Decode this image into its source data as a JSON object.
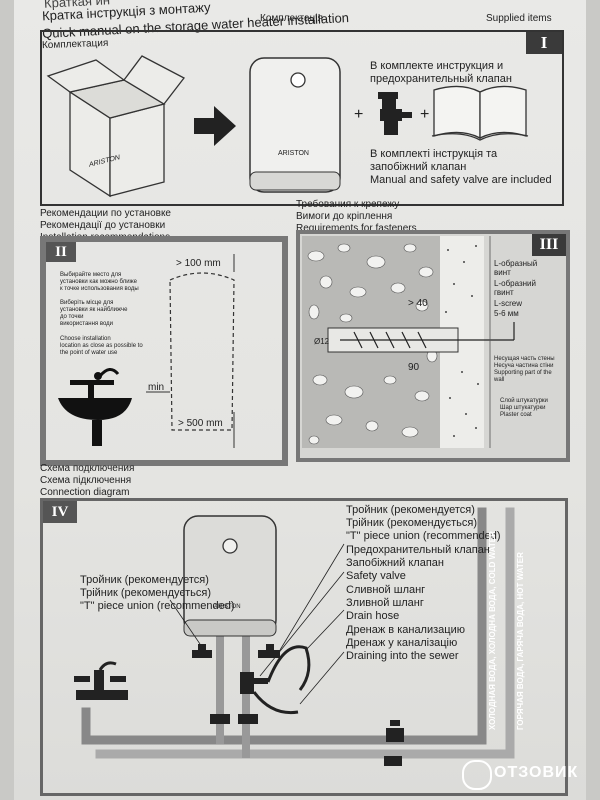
{
  "header": {
    "lines": [
      "Краткая ин",
      "Кратка інструкція з монтажу",
      "Quick manual on the storage water heater installation"
    ],
    "supplied_ru": "Комплектація",
    "supplied_en": "Supplied items",
    "supplied_ua": "Комплектация"
  },
  "section1": {
    "badge": "I",
    "brand": "ARISTON",
    "plus": "+",
    "ru_lines": [
      "В комплекте инструкция и",
      "предохранительный клапан"
    ],
    "ua_lines": [
      "В комплекті інструкція та",
      "запобіжний клапан"
    ],
    "en": "Manual and safety valve are included"
  },
  "section2": {
    "heading": [
      "Рекомендации по установке",
      "Рекомендації до установки",
      "Installation recommendations"
    ],
    "badge": "II",
    "dim_top": "> 100 mm",
    "dim_bottom": "> 500 mm",
    "dim_min": "min",
    "note_ru": [
      "Выбирайте место для",
      "установки как можно ближе",
      "к точке использования воды"
    ],
    "note_ua": [
      "Виберіть місце для",
      "установки як найближче",
      "до точки",
      "використання води"
    ],
    "note_en": [
      "Choose installation",
      "location as close as possible to",
      "the point of water use"
    ]
  },
  "section3": {
    "heading": [
      "Требования к крепежу",
      "Вимоги до кріплення",
      "Requirements for fasteners"
    ],
    "badge": "III",
    "screw": [
      "L-образный",
      "винт",
      "L-образний",
      "гвинт",
      "L-screw"
    ],
    "gap": "5-6 мм",
    "dim40": "> 40",
    "dim12": "Ø12",
    "dim90": "90",
    "wall": [
      "Несущая часть стены",
      "Несуча частина стіни",
      "Supporting part of the",
      "wall"
    ],
    "plaster": [
      "Слой штукатурки",
      "Шар штукатурки",
      "Plaster coat"
    ]
  },
  "section4": {
    "heading": [
      "Схема подключения",
      "Схема підключення",
      "Connection diagram"
    ],
    "badge": "IV",
    "brand": "ARISTON",
    "tee_right": [
      "Тройник (рекомендуется)",
      "Трійник (рекомендується)",
      "\"T\" piece union (recommended)"
    ],
    "safety": [
      "Предохранительный клапан",
      "Запобіжний клапан",
      "Safety valve"
    ],
    "drain": [
      "Сливной шланг",
      "Зливной шланг",
      "Drain hose"
    ],
    "sewer": [
      "Дренаж в канализацию",
      "Дренаж у каналізацію",
      "Draining into the sewer"
    ],
    "tee_left": [
      "Тройник (рекомендуется)",
      "Трійник (рекомендується)",
      "\"T\" piece union (recommended)"
    ],
    "cold": "ХОЛОДНАЯ ВОДА, ХОЛОДНА ВОДА, COLD WATER",
    "hot": "ГОРЯЧАЯ ВОДА, ГАРЯЧА ВОДА, HOT WATER"
  },
  "watermark": "ОТЗОВИК"
}
